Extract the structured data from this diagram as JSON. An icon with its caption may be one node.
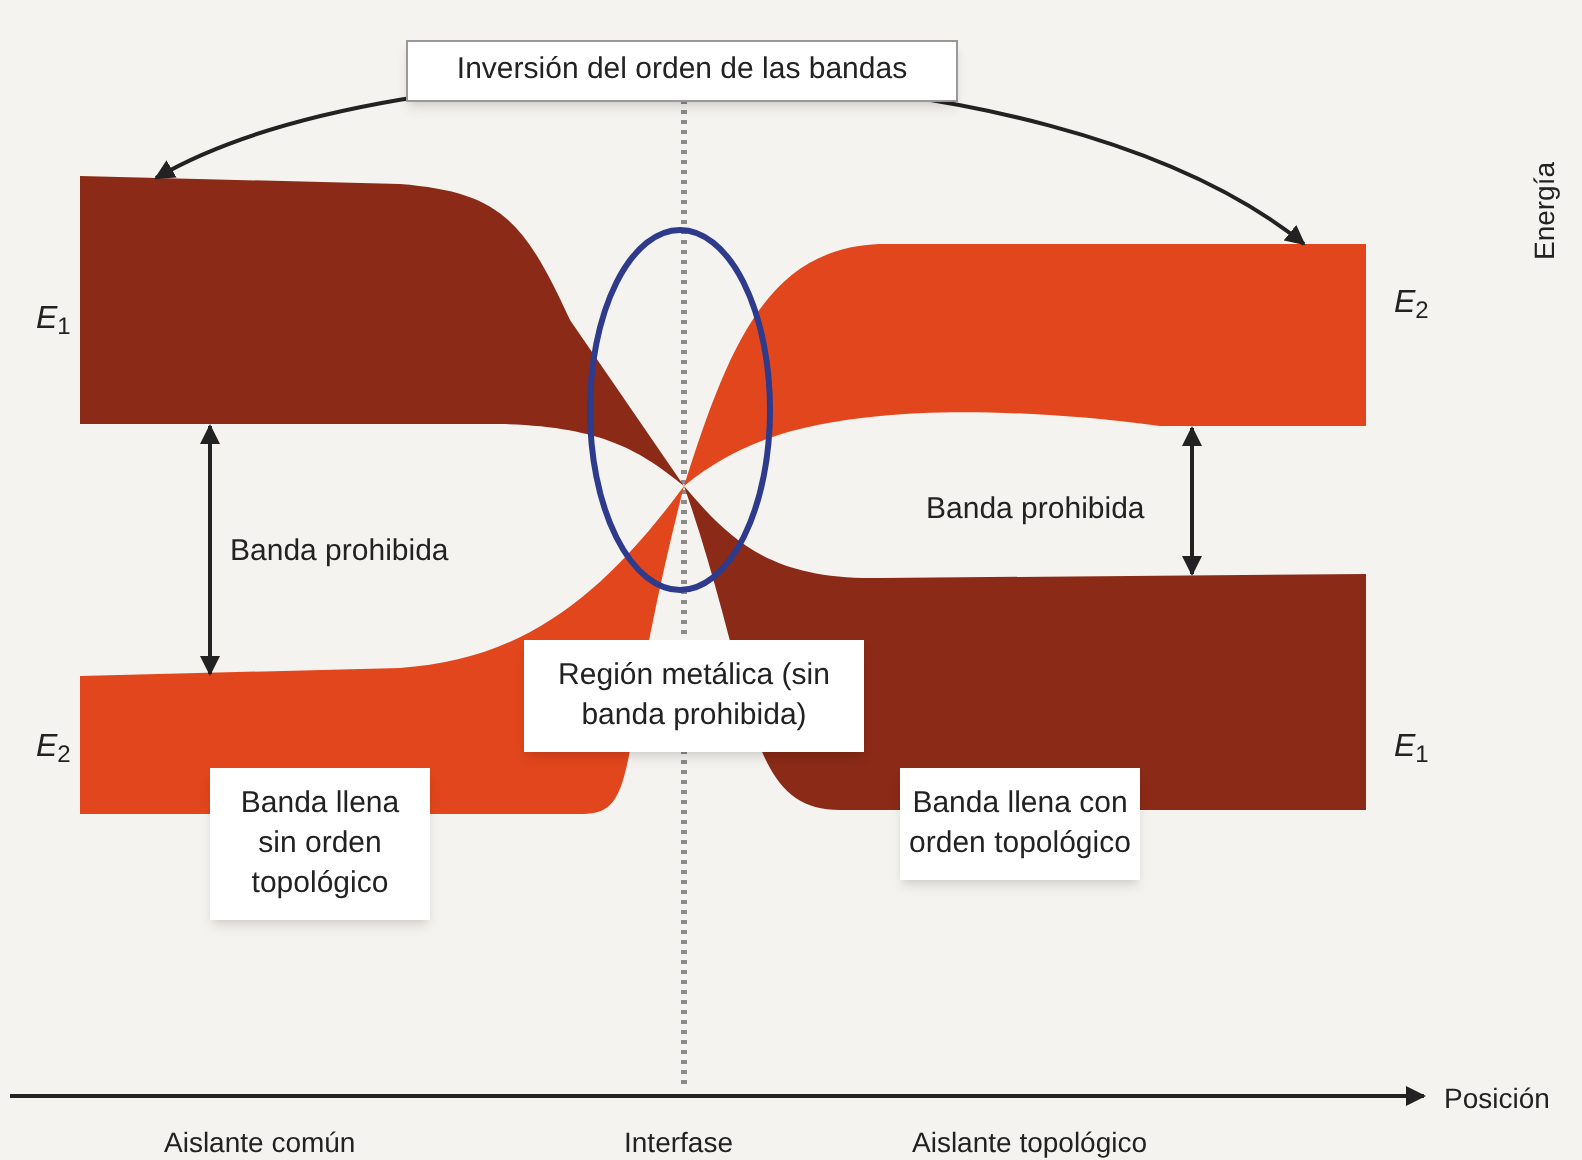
{
  "diagram": {
    "nodes": [
      {
        "text": [],
        "shape": "band",
        "beside": [
          "*E*$_{1}$"
        ]
      },
      {
        "text": [],
        "shape": "band",
        "beside": [
          "*E*$_{2}$"
        ]
      },
      {
        "text": [],
        "shape": "band",
        "beside": [
          "*E*$_{2}$"
        ]
      },
      {
        "text": [],
        "shape": "band",
        "beside": [
          "*E*$_{1}$"
        ]
      },
      {
        "text": [
          "Región metálica (sin banda prohibida)"
        ]
      },
      {
        "text": [
          "Banda llena sin orden topológico"
        ]
      },
      {
        "text": [
          "Banda llena con orden topológico"
        ]
      }
    ],
    "edges": [
      {
        "from": 0,
        "to": 2,
        "arrow": "both",
        "label": "Inversión del orden de las bandas"
      },
      {
        "from": 0,
        "to": 1,
        "arrow": "both"
      },
      {
        "from": 2,
        "to": 3,
        "arrow": "both"
      }
    ],
    "labels": [
      "Energía",
      "Banda prohibida",
      "Banda prohibida",
      "Posición",
      "Aislante común",
      "Interfase",
      "Aislante topológico"
    ]
  }
}
